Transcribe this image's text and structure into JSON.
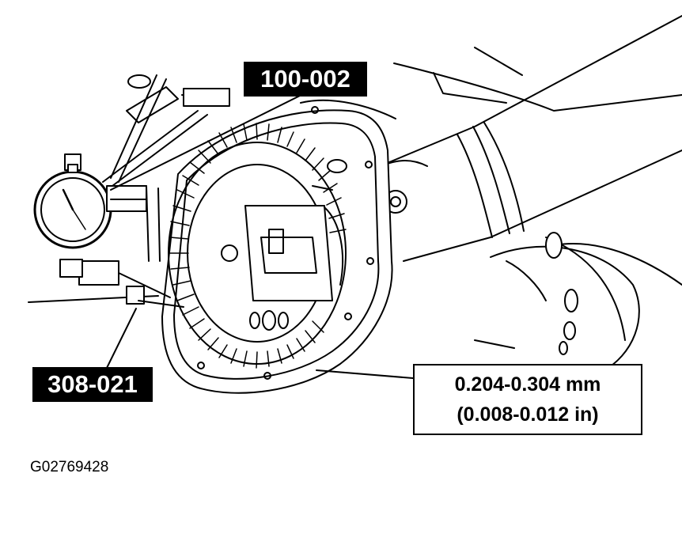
{
  "labels": {
    "tool_1": "100-002",
    "tool_2": "308-021"
  },
  "specification": {
    "metric": "0.204-0.304 mm",
    "imperial": "(0.008-0.012 in)"
  },
  "figure_id": "G02769428",
  "colors": {
    "ink": "#000000",
    "paper": "#ffffff"
  }
}
